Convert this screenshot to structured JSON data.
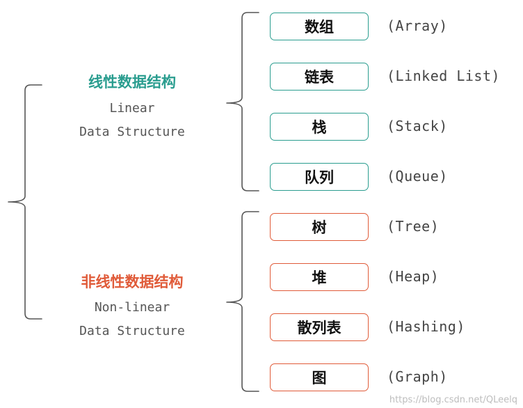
{
  "linear": {
    "title": "线性数据结构",
    "en_line1": "Linear",
    "en_line2": "Data Structure",
    "color": "#2a9d8f",
    "items": [
      {
        "cn": "数组",
        "en": "(Array)"
      },
      {
        "cn": "链表",
        "en": "(Linked List)"
      },
      {
        "cn": "栈",
        "en": "(Stack)"
      },
      {
        "cn": "队列",
        "en": "(Queue)"
      }
    ]
  },
  "nonlinear": {
    "title": "非线性数据结构",
    "en_line1": "Non-linear",
    "en_line2": "Data Structure",
    "color": "#e05b39",
    "items": [
      {
        "cn": "树",
        "en": "(Tree)"
      },
      {
        "cn": "堆",
        "en": "(Heap)"
      },
      {
        "cn": "散列表",
        "en": "(Hashing)"
      },
      {
        "cn": "图",
        "en": "(Graph)"
      }
    ]
  },
  "watermark": "https://blog.csdn.net/QLeelq"
}
